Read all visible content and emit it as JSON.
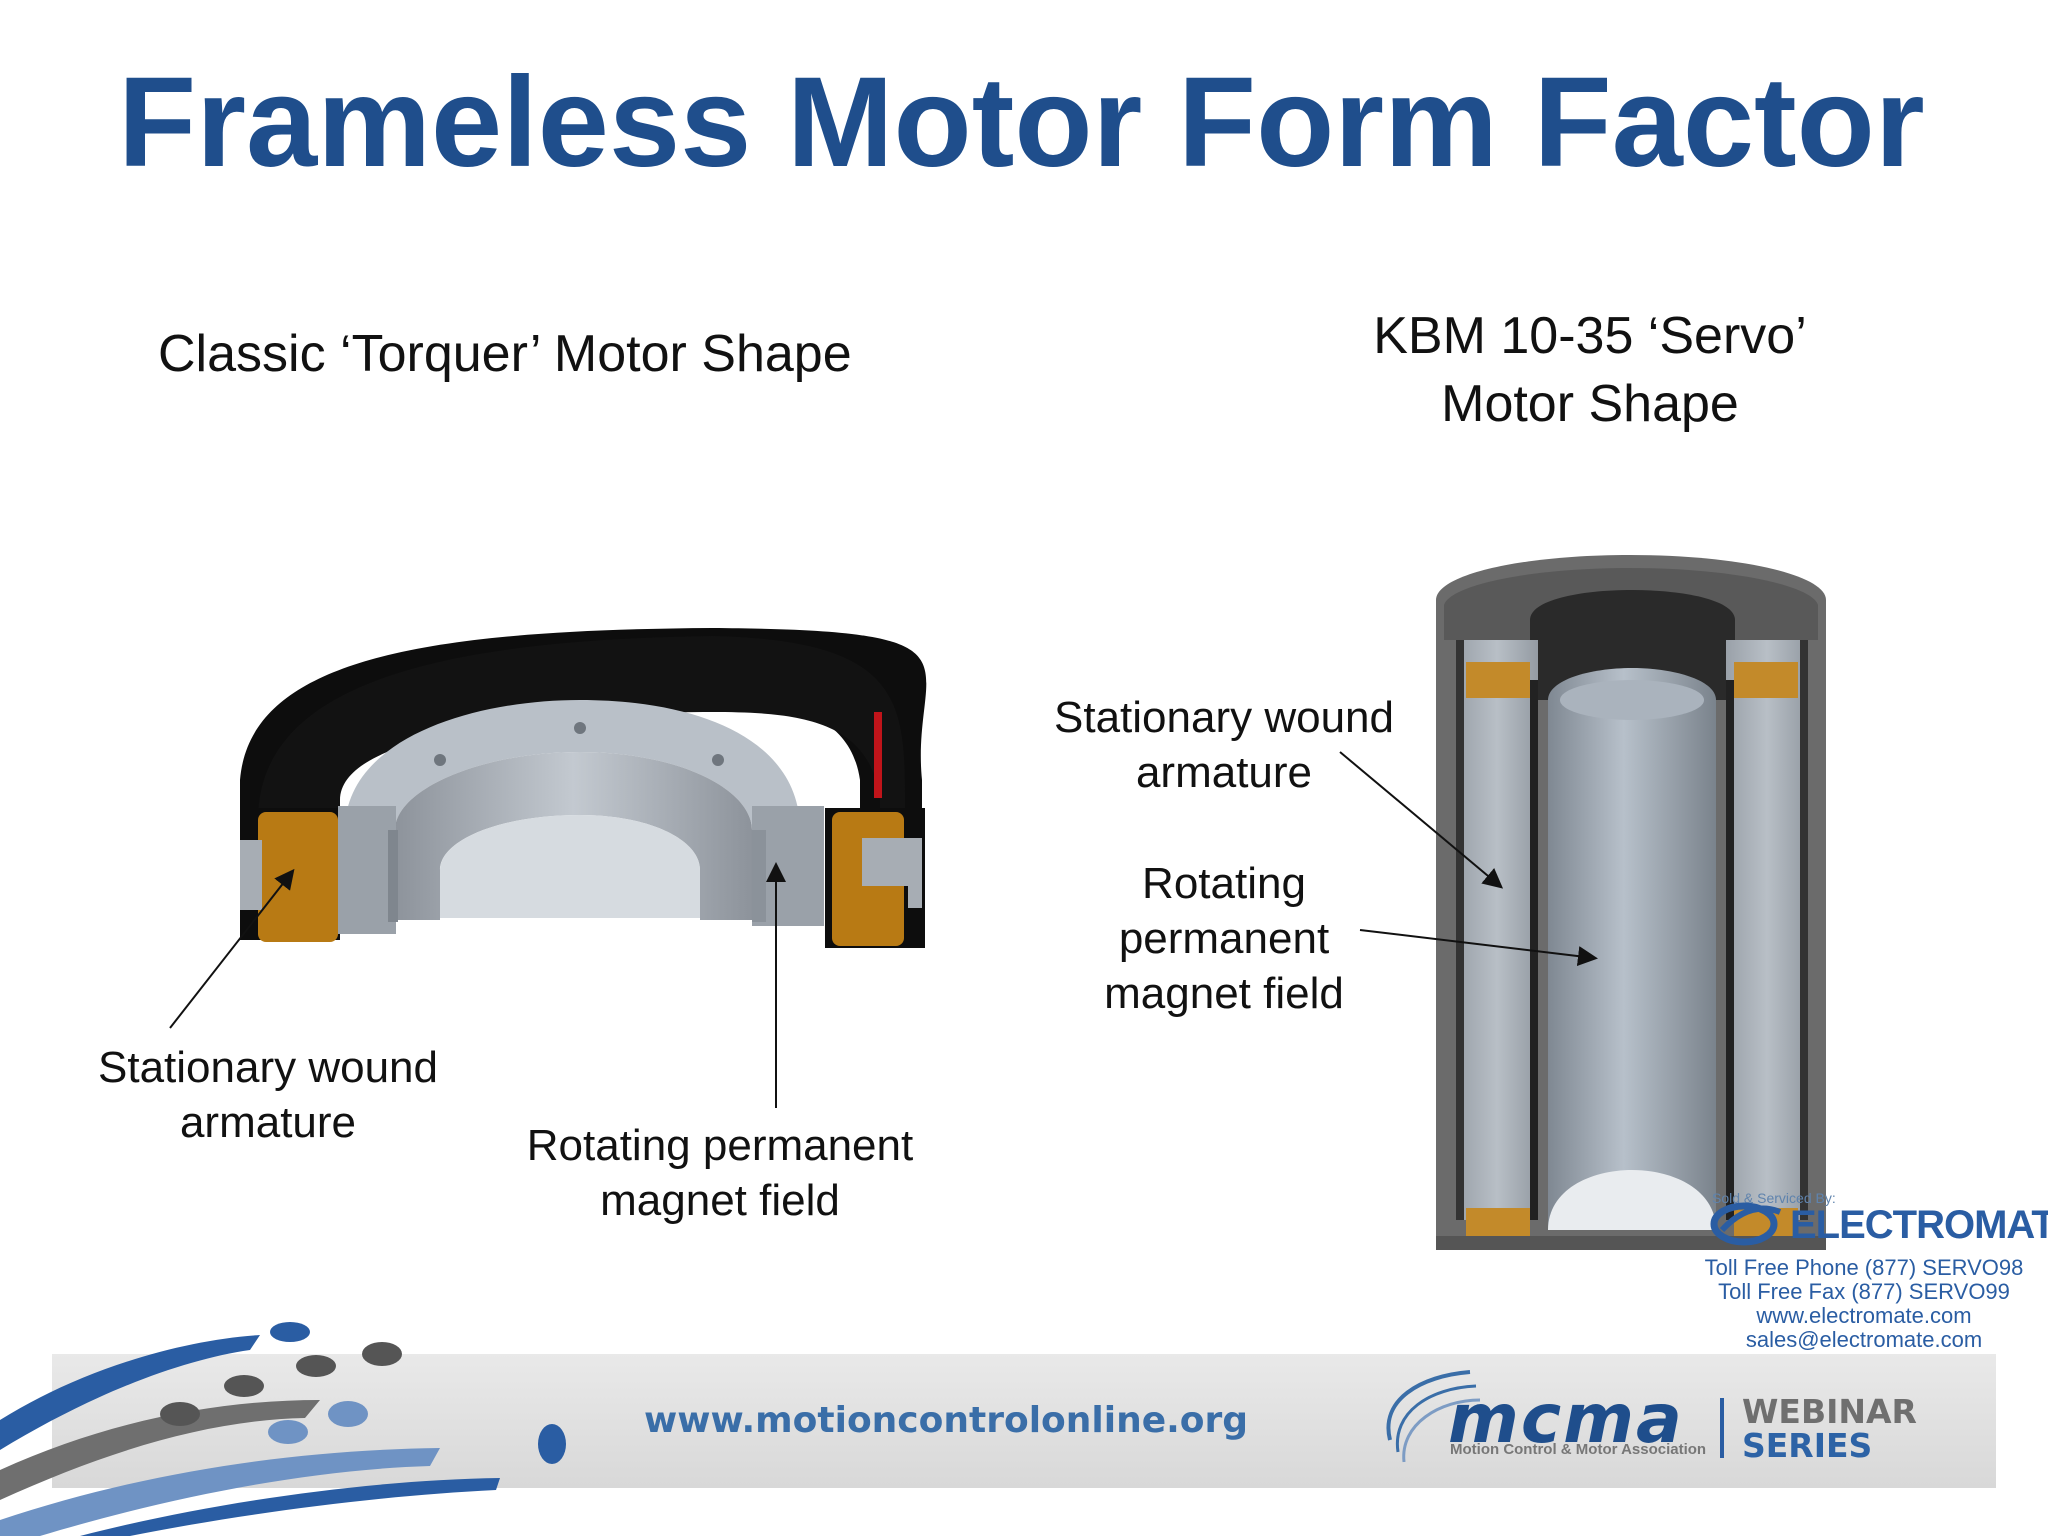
{
  "title": "Frameless Motor Form Factor",
  "left_diagram": {
    "heading": "Classic ‘Torquer’ Motor Shape",
    "label_armature": [
      "Stationary wound",
      "armature"
    ],
    "label_magnet": [
      "Rotating permanent",
      "magnet field"
    ]
  },
  "right_diagram": {
    "heading": [
      "KBM 10-35 ‘Servo’",
      "Motor Shape"
    ],
    "label_armature": [
      "Stationary wound",
      "armature"
    ],
    "label_magnet": [
      "Rotating",
      "permanent",
      "magnet field"
    ]
  },
  "distributor": {
    "sold_by": "Sold & Serviced By:",
    "name": "ELECTROMATE",
    "phone": "Toll Free Phone (877) SERVO98",
    "fax": "Toll Free Fax (877) SERVO99",
    "website": "www.electromate.com",
    "email": "sales@electromate.com"
  },
  "footer": {
    "url": "www.motioncontrolonline.org",
    "mcma_logo": "mcma",
    "mcma_name": "Motion Control & Motor Association",
    "series_line1": "WEBINAR",
    "series_line2": "SERIES"
  },
  "colors": {
    "title": "#1f4e8c",
    "copper": "#b87a14",
    "steel": "#a9b0b8",
    "housing": "#111111",
    "brand_blue": "#2a5da3"
  }
}
